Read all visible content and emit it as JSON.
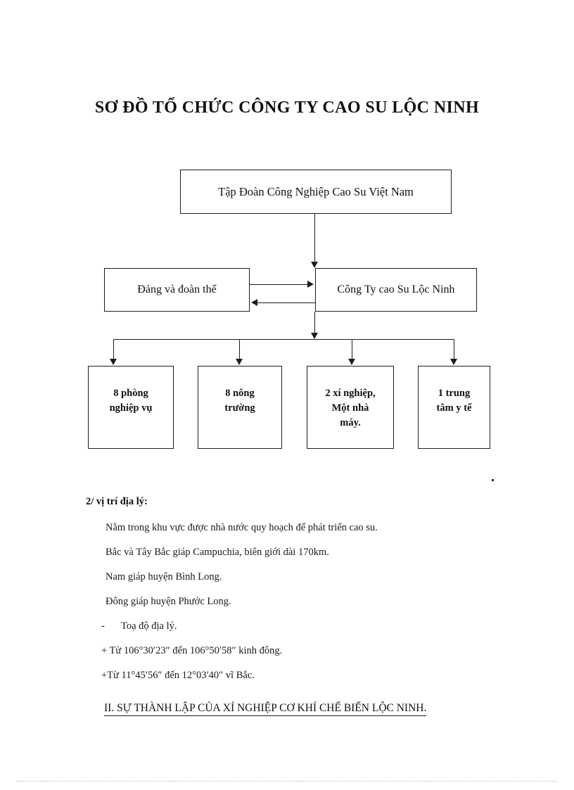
{
  "document": {
    "title": "SƠ ĐỒ TỔ CHỨC CÔNG TY CAO SU LỘC NINH"
  },
  "orgchart": {
    "root": {
      "label": "Tập Đoàn Công Nghiệp Cao Su Việt Nam"
    },
    "party": {
      "label": "Đảng và đoàn thể"
    },
    "company": {
      "label": "Công Ty cao Su Lộc Ninh"
    },
    "leaves": [
      {
        "line1": "8 phòng",
        "line2": "nghiệp vụ",
        "line3": ""
      },
      {
        "line1": "8 nông",
        "line2": "trường",
        "line3": ""
      },
      {
        "line1": "2 xí nghiệp,",
        "line2": "Một nhà",
        "line3": "máy."
      },
      {
        "line1": "1 trung",
        "line2": "tâm y tế",
        "line3": ""
      }
    ]
  },
  "body": {
    "section_heading": "2/ vị trí địa lý:",
    "lines": [
      "Nằm trong khu vực được nhà nước quy hoạch để phát triển cao su.",
      "Bắc và Tây Bắc giáp Campuchia, biên giới dài 170km.",
      "Nam giáp huyện Bình Long.",
      "Đông giáp huyện Phước Long."
    ],
    "dash_mark": "-",
    "dash_line": "Toạ độ địa lý.",
    "plus_line_1": "+ Từ 106°30′23″ đến 106°50′58″ kinh đông.",
    "plus_line_2": "+Từ 11°45′56″ đến 12°03′40″ vĩ Bắc.",
    "final_heading": "II. SỰ THÀNH LẬP CỦA XÍ NGHIỆP CƠ KHÍ CHẾ BIẾN LỘC NINH."
  },
  "colors": {
    "ink": "#1a1a1a",
    "line": "#1d1d1d",
    "paper": "#ffffff"
  }
}
